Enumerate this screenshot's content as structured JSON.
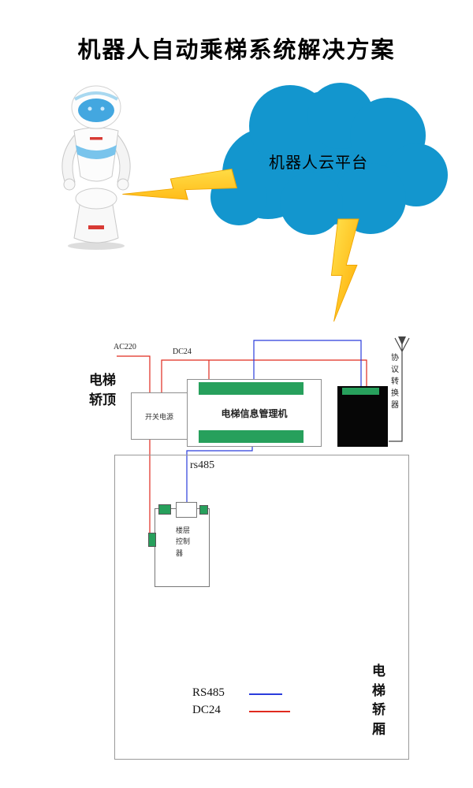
{
  "title": "机器人自动乘梯系统解决方案",
  "cloud": {
    "label": "机器人云平台"
  },
  "labels": {
    "ac220": "AC220",
    "dc24": "DC24",
    "car_top": "电梯轿顶",
    "switch_power": "开关电源",
    "info_manager": "电梯信息管理机",
    "protocol_converter": "协议转换器",
    "rs485_wire": "rs485",
    "floor_controller": "楼层控制器",
    "car": "电梯轿厢"
  },
  "legend": {
    "rs485": "RS485",
    "dc24": "DC24"
  },
  "colors": {
    "cloud": "#1396ce",
    "green": "#27a05c",
    "wire_rs485": "#2a3cdc",
    "wire_dc24": "#e02a1e",
    "wire_black": "#444444",
    "bolt_light": "#ffe34f",
    "bolt_dark": "#ffaa00"
  }
}
